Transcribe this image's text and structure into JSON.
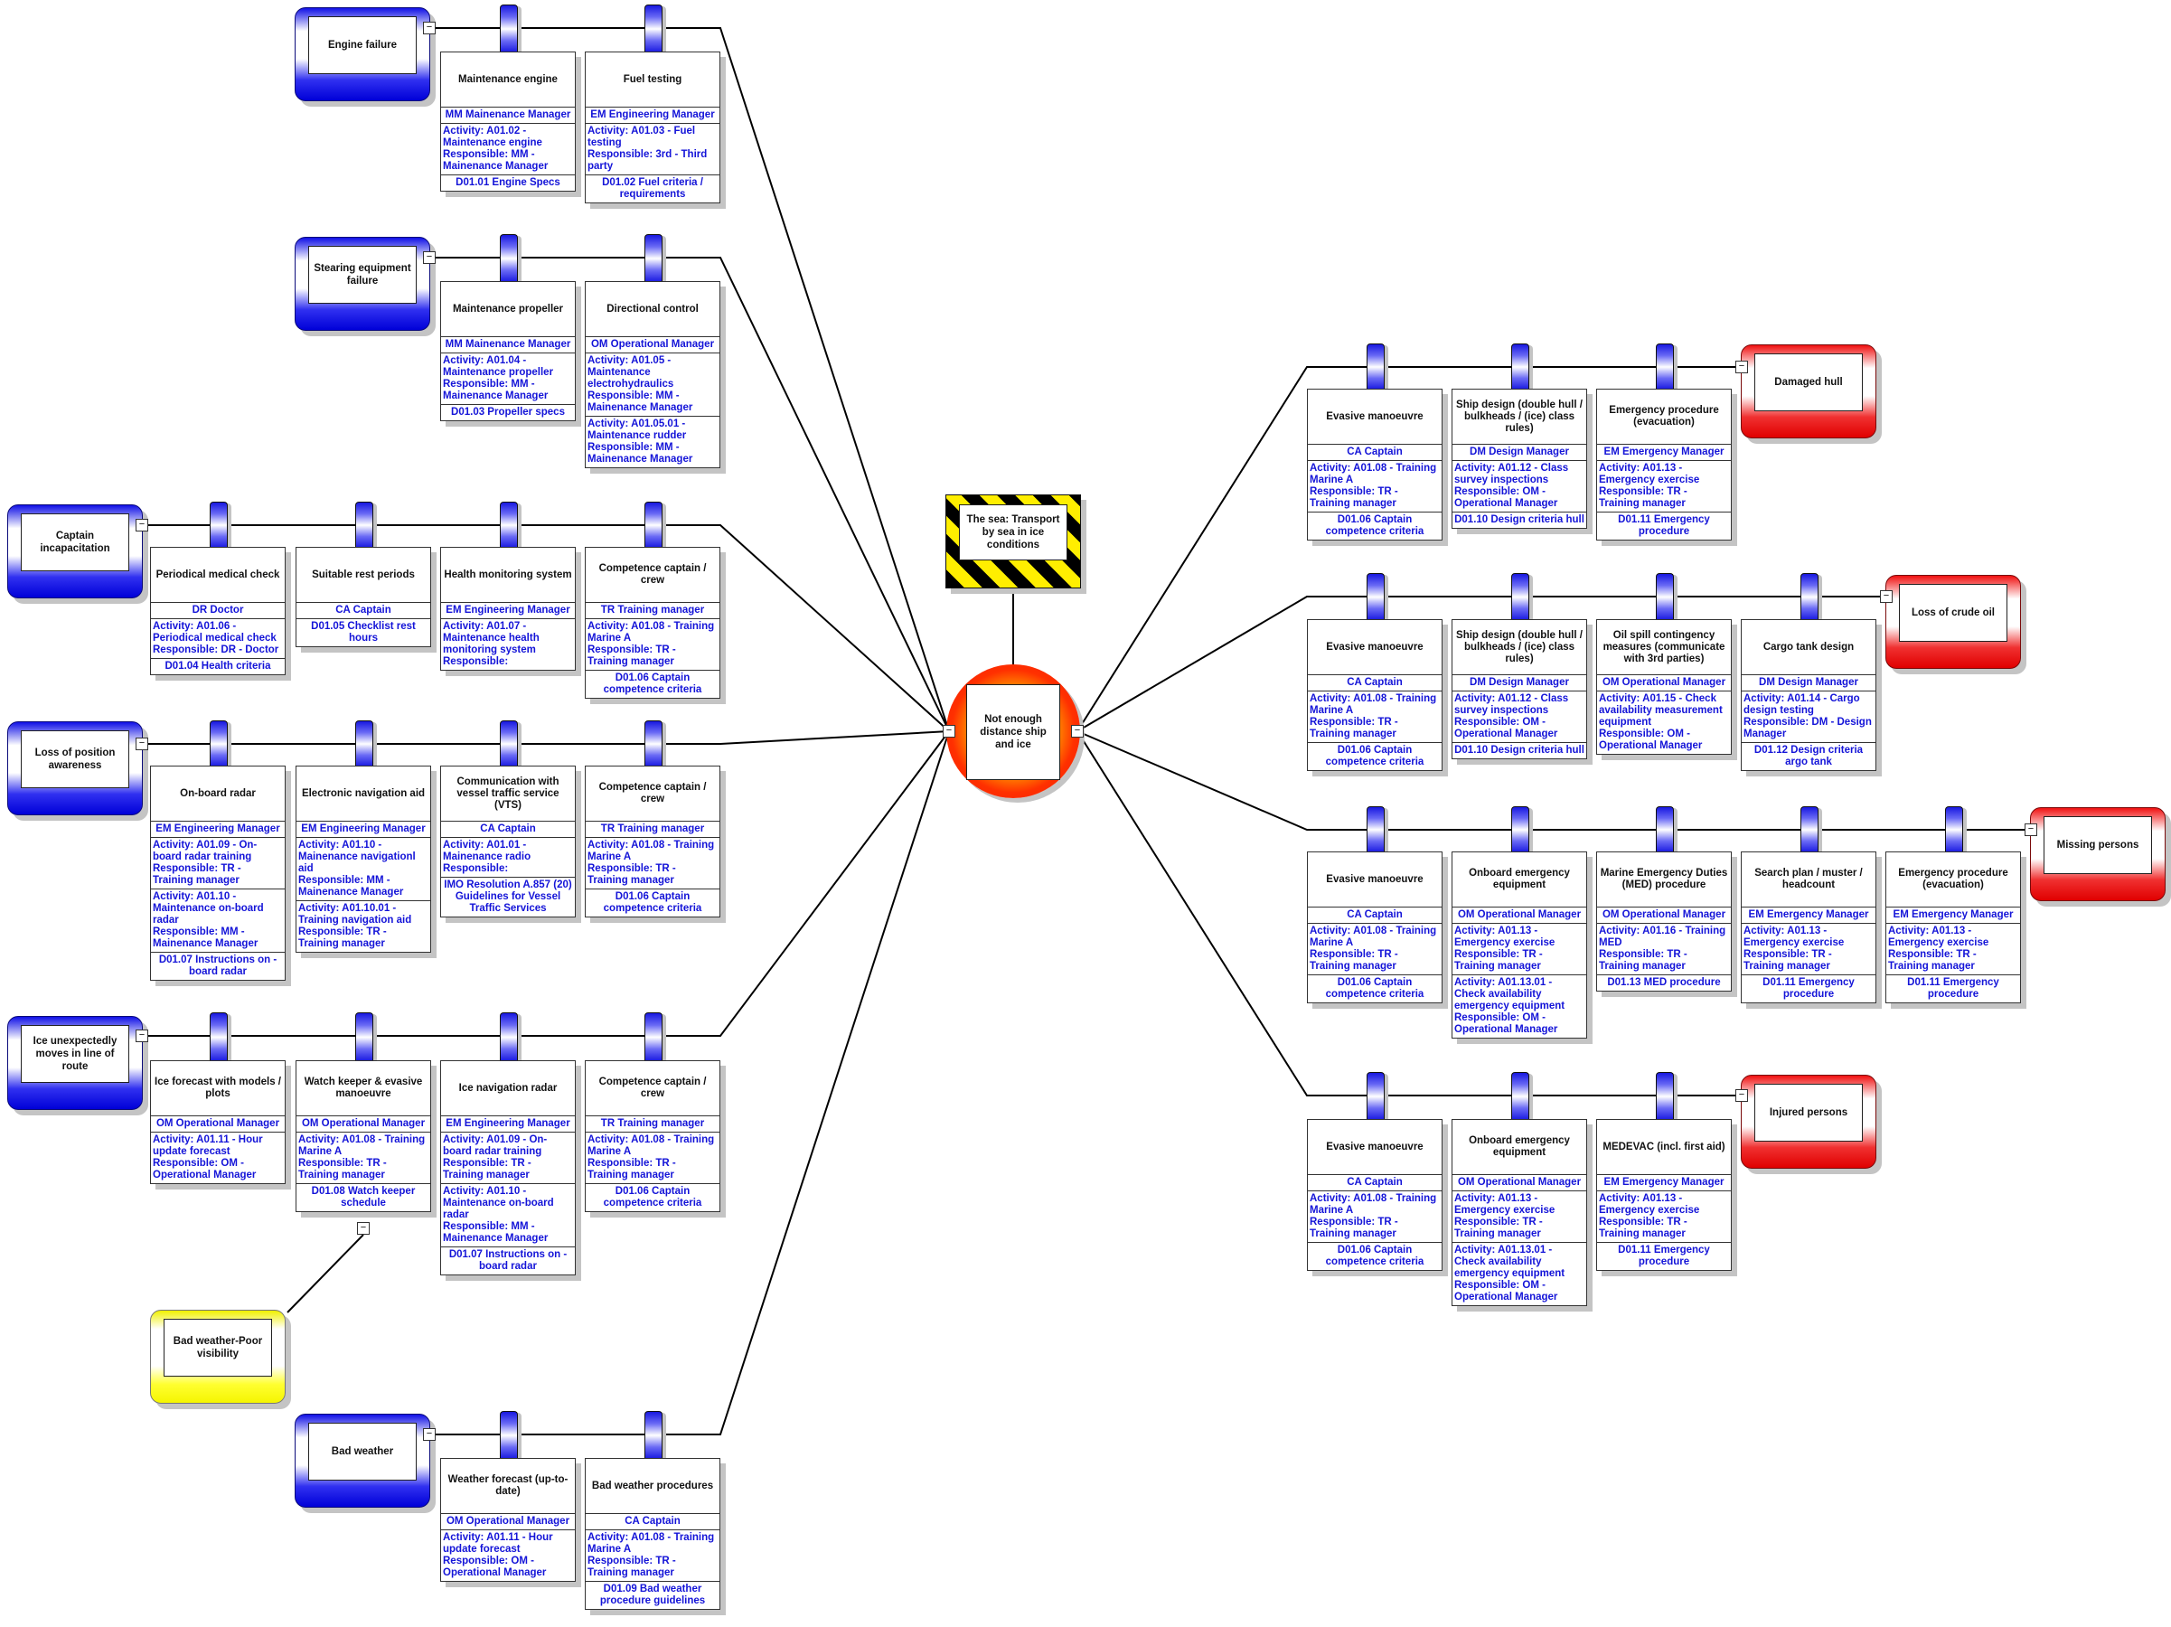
{
  "hazard": {
    "label": "The sea:  Transport by sea in ice conditions"
  },
  "top_event": {
    "label": "Not enough distance ship and ice"
  },
  "collapse_symbol": "−",
  "colors": {
    "threat": "#1010e6",
    "consequence": "#e00000",
    "escalation": "#f0f000",
    "text_blue": "#1414d8"
  },
  "threats": [
    {
      "label": "Engine failure",
      "barriers": [
        {
          "title": "Maintenance engine",
          "owner": "MM Mainenance Manager",
          "activities": [
            "Activity: A01.02 - Maintenance engine\nResponsible: MM - Mainenance Manager"
          ],
          "document": "D01.01 Engine Specs"
        },
        {
          "title": "Fuel testing",
          "owner": "EM Engineering Manager",
          "activities": [
            "Activity: A01.03 - Fuel testing\nResponsible: 3rd - Third party"
          ],
          "document": "D01.02 Fuel criteria / requirements"
        }
      ]
    },
    {
      "label": "Stearing equipment failure",
      "barriers": [
        {
          "title": "Maintenance propeller",
          "owner": "MM Mainenance Manager",
          "activities": [
            "Activity: A01.04 - Maintenance propeller\nResponsible: MM - Mainenance Manager"
          ],
          "document": "D01.03 Propeller specs"
        },
        {
          "title": "Directional control",
          "owner": "OM Operational Manager",
          "activities": [
            "Activity: A01.05 - Maintenance electrohydraulics\nResponsible: MM - Mainenance Manager",
            "Activity: A01.05.01 - Maintenance rudder\nResponsible: MM - Mainenance Manager"
          ]
        }
      ]
    },
    {
      "label": "Captain incapacitation",
      "barriers": [
        {
          "title": "Periodical medical check",
          "owner": "DR Doctor",
          "activities": [
            "Activity: A01.06 - Periodical medical check\nResponsible: DR - Doctor"
          ],
          "document": "D01.04 Health criteria"
        },
        {
          "title": "Suitable rest periods",
          "owner": "CA Captain",
          "activities": [],
          "document": "D01.05 Checklist rest hours"
        },
        {
          "title": "Health monitoring system",
          "owner": "EM Engineering Manager",
          "activities": [
            "Activity: A01.07 - Maintenance health monitoring system\nResponsible:"
          ]
        },
        {
          "title": "Competence captain / crew",
          "owner": "TR Training manager",
          "activities": [
            "Activity: A01.08 - Training Marine A\nResponsible: TR - Training manager"
          ],
          "document": "D01.06 Captain competence criteria"
        }
      ]
    },
    {
      "label": "Loss of position awareness",
      "barriers": [
        {
          "title": "On-board radar",
          "owner": "EM Engineering Manager",
          "activities": [
            "Activity: A01.09 - On-board radar training\nResponsible: TR - Training manager",
            "Activity: A01.10 - Maintenance on-board radar\nResponsible: MM - Mainenance Manager"
          ],
          "document": "D01.07 Instructions on -board radar"
        },
        {
          "title": "Electronic navigation aid",
          "owner": "EM Engineering Manager",
          "activities": [
            "Activity: A01.10 - Mainenance navigationl aid\nResponsible: MM - Mainenance Manager",
            "Activity: A01.10.01 - Training navigation aid\nResponsible: TR - Training manager"
          ]
        },
        {
          "title": "Communication with vessel traffic service (VTS)",
          "owner": "CA Captain",
          "activities": [
            "Activity: A01.01 - Mainenance radio\nResponsible:"
          ],
          "document": "IMO Resolution A.857 (20) Guidelines for Vessel Traffic Services"
        },
        {
          "title": "Competence captain / crew",
          "owner": "TR Training manager",
          "activities": [
            "Activity: A01.08 - Training Marine A\nResponsible: TR - Training manager"
          ],
          "document": "D01.06 Captain competence criteria"
        }
      ]
    },
    {
      "label": "Ice unexpectedly moves in line of route",
      "barriers": [
        {
          "title": "Ice forecast with models / plots",
          "owner": "OM Operational Manager",
          "activities": [
            "Activity: A01.11 - Hour update forecast\nResponsible: OM - Operational Manager"
          ]
        },
        {
          "title": "Watch keeper & evasive manoeuvre",
          "owner": "OM Operational Manager",
          "activities": [
            "Activity: A01.08 - Training Marine A\nResponsible: TR - Training manager"
          ],
          "document": "D01.08 Watch keeper schedule"
        },
        {
          "title": "Ice navigation radar",
          "owner": "EM Engineering Manager",
          "activities": [
            "Activity: A01.09 - On-board radar training\nResponsible: TR - Training manager",
            "Activity: A01.10 - Maintenance on-board radar\nResponsible: MM - Mainenance Manager"
          ],
          "document": "D01.07 Instructions on -board radar"
        },
        {
          "title": "Competence captain / crew",
          "owner": "TR Training manager",
          "activities": [
            "Activity: A01.08 - Training Marine A\nResponsible: TR - Training manager"
          ],
          "document": "D01.06 Captain competence criteria"
        }
      ]
    },
    {
      "label": "Bad weather",
      "barriers": [
        {
          "title": "Weather forecast (up-to-date)",
          "owner": "OM Operational Manager",
          "activities": [
            "Activity: A01.11 - Hour update forecast\nResponsible: OM - Operational Manager"
          ]
        },
        {
          "title": "Bad weather procedures",
          "owner": "CA Captain",
          "activities": [
            "Activity: A01.08 - Training Marine A\nResponsible: TR - Training manager"
          ],
          "document": "D01.09 Bad weather procedure guidelines"
        }
      ]
    }
  ],
  "escalation_factor": {
    "label": "Bad weather-Poor visibility"
  },
  "consequences": [
    {
      "label": "Damaged hull",
      "barriers": [
        {
          "title": "Evasive manoeuvre",
          "owner": "CA Captain",
          "activities": [
            "Activity: A01.08 - Training Marine A\nResponsible: TR - Training manager"
          ],
          "document": "D01.06 Captain competence criteria"
        },
        {
          "title": "Ship design (double hull / bulkheads / (ice) class rules)",
          "owner": "DM Design Manager",
          "activities": [
            "Activity: A01.12 - Class survey inspections\nResponsible: OM - Operational Manager"
          ],
          "document": "D01.10 Design criteria hull"
        },
        {
          "title": "Emergency procedure (evacuation)",
          "owner": "EM Emergency Manager",
          "activities": [
            "Activity: A01.13 - Emergency exercise\nResponsible: TR - Training manager"
          ],
          "document": "D01.11 Emergency procedure"
        }
      ]
    },
    {
      "label": "Loss of crude oil",
      "barriers": [
        {
          "title": "Evasive manoeuvre",
          "owner": "CA Captain",
          "activities": [
            "Activity: A01.08 - Training Marine A\nResponsible: TR - Training manager"
          ],
          "document": "D01.06 Captain competence criteria"
        },
        {
          "title": "Ship design (double hull / bulkheads / (ice) class rules)",
          "owner": "DM Design Manager",
          "activities": [
            "Activity: A01.12 - Class survey inspections\nResponsible: OM - Operational Manager"
          ],
          "document": "D01.10 Design criteria hull"
        },
        {
          "title": "Oil spill contingency measures (communicate with 3rd parties)",
          "owner": "OM Operational Manager",
          "activities": [
            "Activity: A01.15 - Check availability measurement equipment\nResponsible: OM - Operational Manager"
          ]
        },
        {
          "title": "Cargo tank design",
          "owner": "DM Design Manager",
          "activities": [
            "Activity: A01.14 - Cargo design testing\nResponsible: DM - Design Manager"
          ],
          "document": "D01.12 Design criteria argo tank"
        }
      ]
    },
    {
      "label": "Missing persons",
      "barriers": [
        {
          "title": "Evasive manoeuvre",
          "owner": "CA Captain",
          "activities": [
            "Activity: A01.08 - Training Marine A\nResponsible: TR - Training manager"
          ],
          "document": "D01.06 Captain competence criteria"
        },
        {
          "title": "Onboard emergency equipment",
          "owner": "OM Operational Manager",
          "activities": [
            "Activity: A01.13 - Emergency exercise\nResponsible: TR - Training manager",
            "Activity: A01.13.01 - Check availability emergency equipment\nResponsible: OM - Operational Manager"
          ]
        },
        {
          "title": "Marine Emergency Duties (MED) procedure",
          "owner": "OM Operational Manager",
          "activities": [
            "Activity: A01.16 - Training MED\nResponsible: TR - Training manager"
          ],
          "document": "D01.13 MED procedure"
        },
        {
          "title": "Search plan / muster / headcount",
          "owner": "EM Emergency Manager",
          "activities": [
            "Activity: A01.13 - Emergency exercise\nResponsible: TR - Training manager"
          ],
          "document": "D01.11 Emergency procedure"
        },
        {
          "title": "Emergency procedure (evacuation)",
          "owner": "EM Emergency Manager",
          "activities": [
            "Activity: A01.13 - Emergency exercise\nResponsible: TR - Training manager"
          ],
          "document": "D01.11 Emergency procedure"
        }
      ]
    },
    {
      "label": "Injured persons",
      "barriers": [
        {
          "title": "Evasive manoeuvre",
          "owner": "CA Captain",
          "activities": [
            "Activity: A01.08 - Training Marine A\nResponsible: TR - Training manager"
          ],
          "document": "D01.06 Captain competence criteria"
        },
        {
          "title": "Onboard emergency equipment",
          "owner": "OM Operational Manager",
          "activities": [
            "Activity: A01.13 - Emergency exercise\nResponsible: TR - Training manager",
            "Activity: A01.13.01 - Check availability emergency equipment\nResponsible: OM - Operational Manager"
          ]
        },
        {
          "title": "MEDEVAC (incl. first aid)",
          "owner": "EM Emergency Manager",
          "activities": [
            "Activity: A01.13 - Emergency exercise\nResponsible: TR - Training manager"
          ],
          "document": "D01.11 Emergency procedure"
        }
      ]
    }
  ]
}
